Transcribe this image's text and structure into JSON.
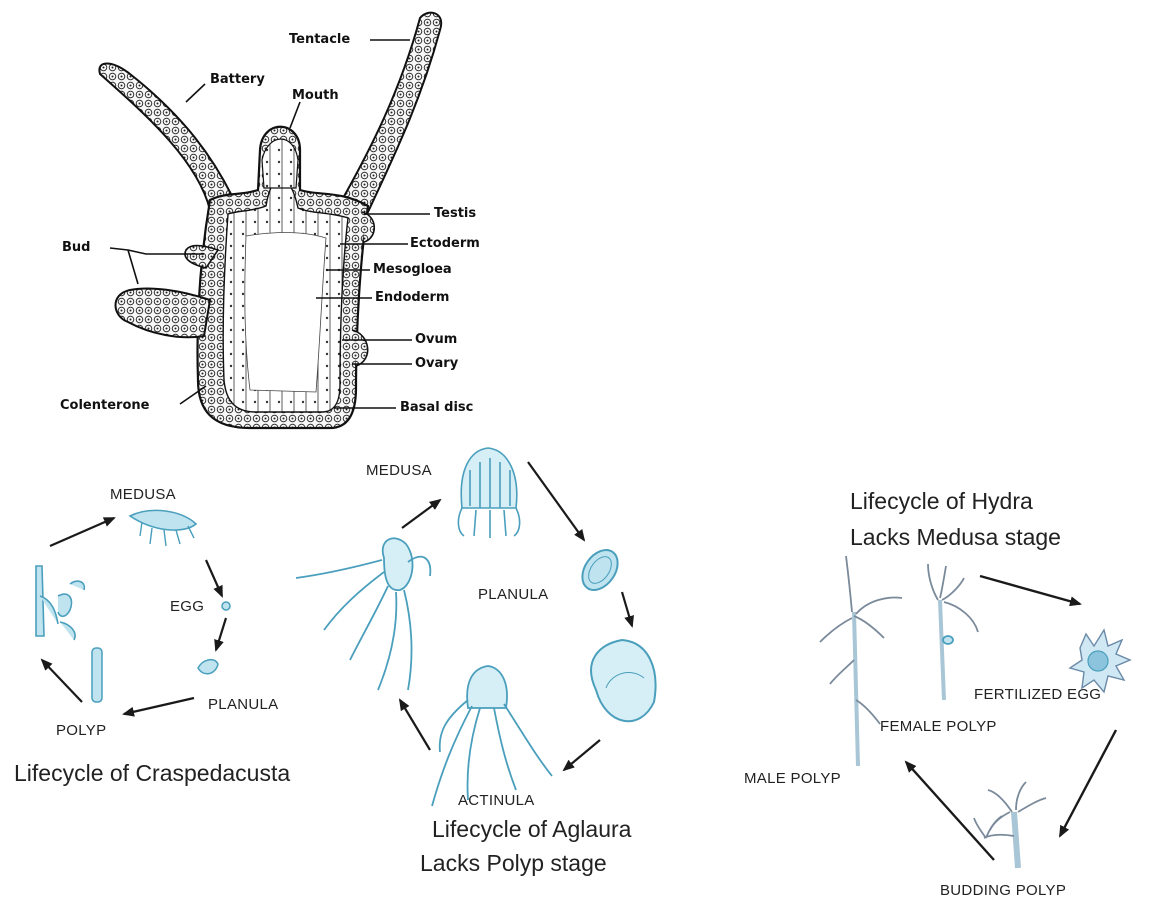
{
  "colors": {
    "ink": "#1a1a1a",
    "cell": "#f2f2f2",
    "organism_fill": "#bfe3ef",
    "organism_stroke": "#4a9fbd"
  },
  "hydra_anatomy": {
    "labels": {
      "tentacle": "Tentacle",
      "battery": "Battery",
      "mouth": "Mouth",
      "testis": "Testis",
      "bud": "Bud",
      "ectoderm": "Ectoderm",
      "mesogloea": "Mesogloea",
      "endoderm": "Endoderm",
      "ovum": "Ovum",
      "ovary": "Ovary",
      "colenterone": "Colenterone",
      "basal_disc": "Basal disc"
    }
  },
  "craspedacusta": {
    "title": "Lifecycle of Craspedacusta",
    "stages": {
      "medusa": "MEDUSA",
      "egg": "EGG",
      "planula": "PLANULA",
      "polyp": "POLYP"
    }
  },
  "aglaura": {
    "title_line1": "Lifecycle of Aglaura",
    "title_line2": "Lacks Polyp stage",
    "stages": {
      "medusa": "MEDUSA",
      "planula": "PLANULA",
      "actinula": "ACTINULA"
    }
  },
  "hydra_cycle": {
    "title_line1": "Lifecycle of Hydra",
    "title_line2": "Lacks Medusa stage",
    "stages": {
      "fertilized_egg": "FERTILIZED EGG",
      "female_polyp": "FEMALE POLYP",
      "male_polyp": "MALE POLYP",
      "budding_polyp": "BUDDING POLYP"
    }
  }
}
